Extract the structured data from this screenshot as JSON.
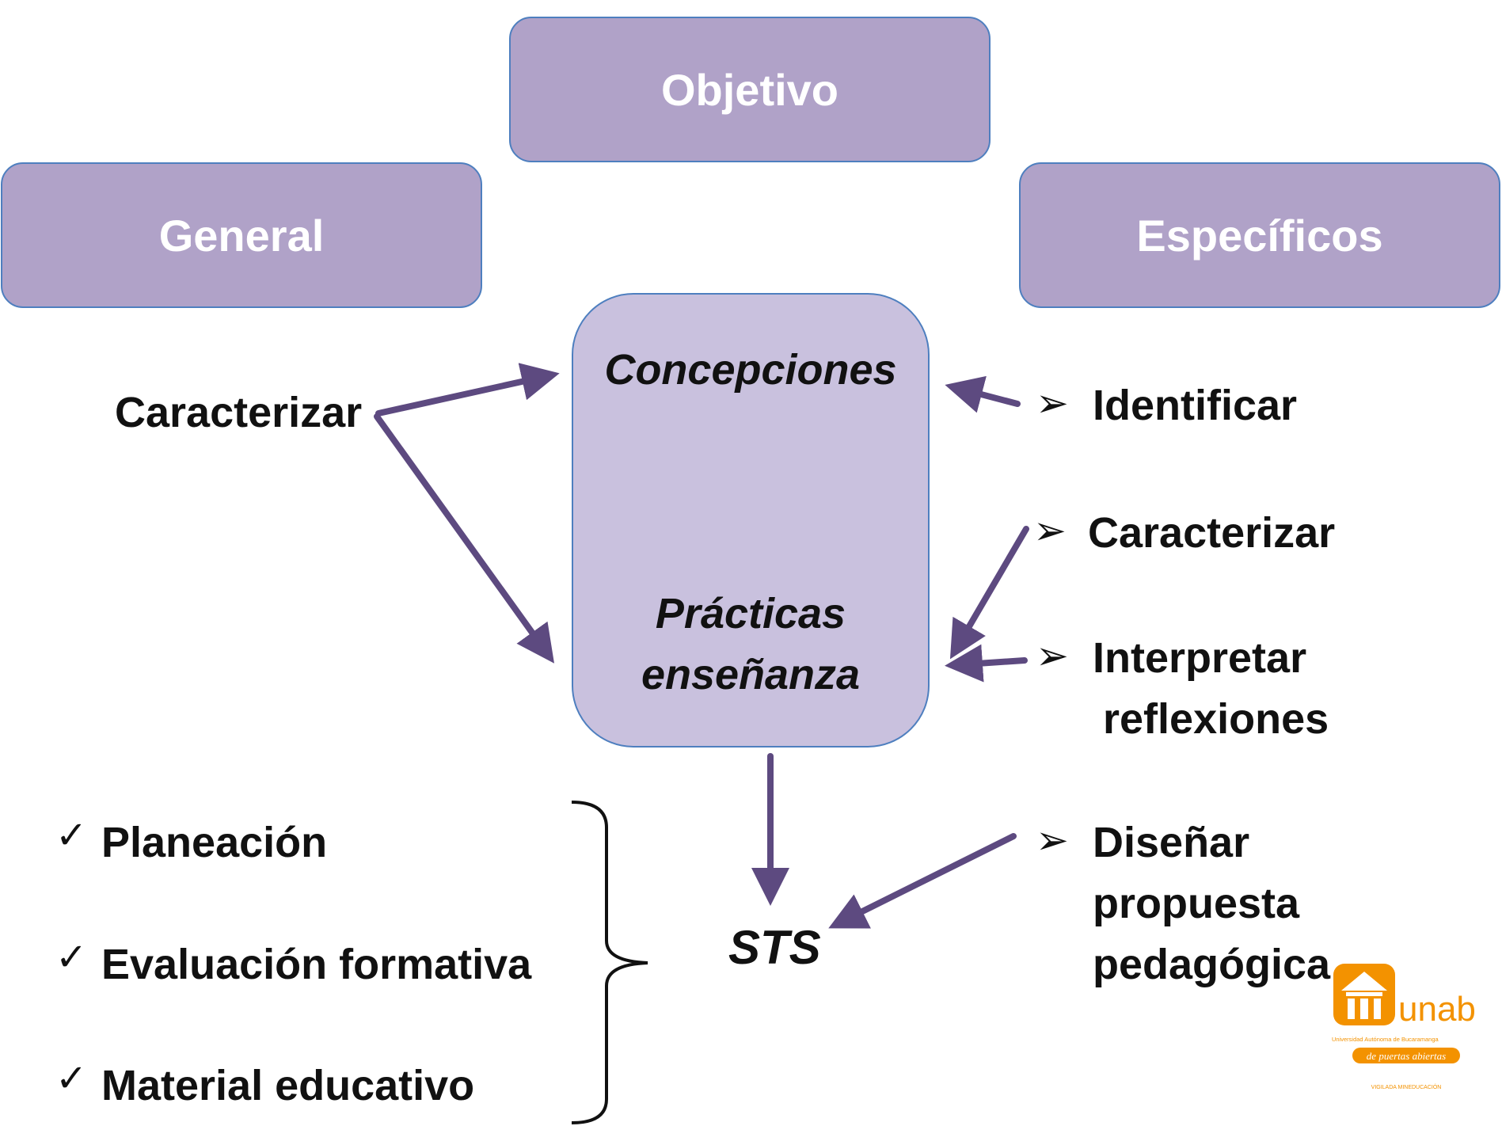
{
  "header": {
    "objetivo": "Objetivo",
    "general": "General",
    "especificos": "Específicos"
  },
  "center": {
    "concepciones": "Concepciones",
    "practicas_line1": "Prácticas",
    "practicas_line2": "enseñanza"
  },
  "general_verb": "Caracterizar",
  "specific_items": [
    {
      "lines": [
        "Identificar"
      ]
    },
    {
      "lines": [
        "Caracterizar"
      ]
    },
    {
      "lines": [
        "Interpretar",
        "reflexiones"
      ]
    },
    {
      "lines": [
        "Diseñar",
        "propuesta",
        "pedagógica"
      ]
    }
  ],
  "sts": "STS",
  "check_items": [
    "Planeación",
    "Evaluación formativa",
    "Material educativo"
  ],
  "logo": {
    "name": "unab",
    "tagline": "Universidad Autónoma de Bucaramanga",
    "motto": "de puertas abiertas",
    "footer": "VIGILADA MINEDUCACIÓN"
  },
  "colors": {
    "box_fill": "#b0a2c8",
    "center_fill": "#c9c1de",
    "border": "#4e7fbf",
    "arrow": "#5d4a80",
    "logo_orange": "#f39200"
  }
}
